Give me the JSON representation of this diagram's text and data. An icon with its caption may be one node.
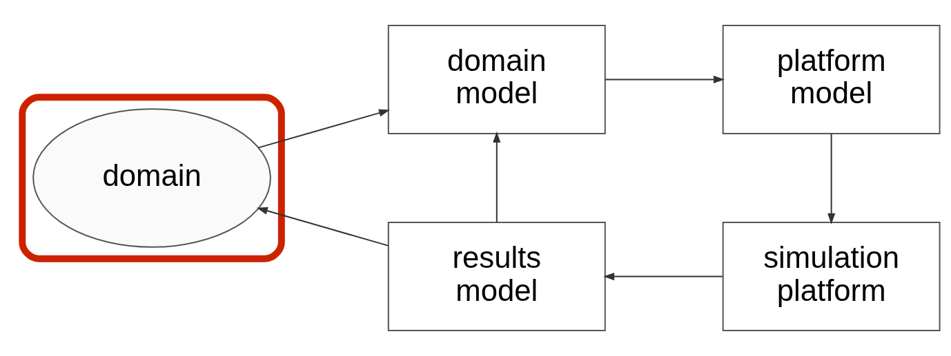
{
  "diagram": {
    "nodes": [
      {
        "text": [],
        "shape": "ellipse"
      },
      {
        "text": [
          "domain"
        ],
        "in": 0
      },
      {
        "text": [
          "domain model"
        ]
      },
      {
        "text": [
          "platform model"
        ]
      },
      {
        "text": [
          "simulation platform"
        ]
      },
      {
        "text": [
          "results model"
        ]
      }
    ],
    "edges": [
      {
        "from": 1,
        "to": 2,
        "arrow": "to"
      },
      {
        "from": 2,
        "to": 3,
        "arrow": "to"
      },
      {
        "from": 3,
        "to": 4,
        "arrow": "to"
      },
      {
        "from": 4,
        "to": 5,
        "arrow": "to"
      },
      {
        "from": 5,
        "to": 2,
        "arrow": "to"
      },
      {
        "from": 5,
        "to": 1,
        "arrow": "to"
      }
    ]
  }
}
